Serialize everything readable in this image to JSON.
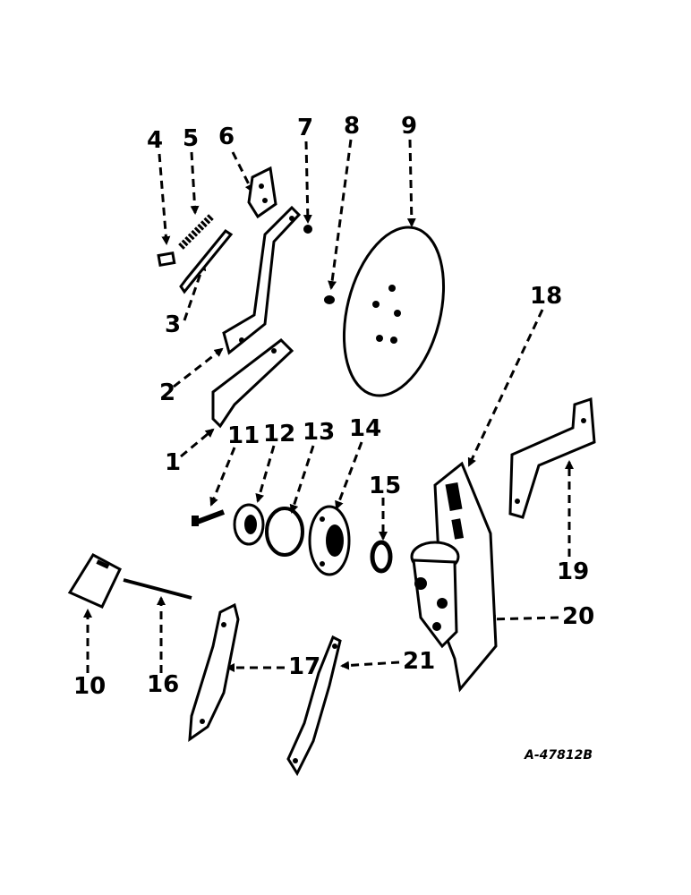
{
  "diagram": {
    "callouts": [
      {
        "id": "1",
        "label": "1"
      },
      {
        "id": "2",
        "label": "2"
      },
      {
        "id": "3",
        "label": "3"
      },
      {
        "id": "4",
        "label": "4"
      },
      {
        "id": "5",
        "label": "5"
      },
      {
        "id": "6",
        "label": "6"
      },
      {
        "id": "7",
        "label": "7"
      },
      {
        "id": "8",
        "label": "8"
      },
      {
        "id": "9",
        "label": "9"
      },
      {
        "id": "10",
        "label": "10"
      },
      {
        "id": "11",
        "label": "11"
      },
      {
        "id": "12",
        "label": "12"
      },
      {
        "id": "13",
        "label": "13"
      },
      {
        "id": "14",
        "label": "14"
      },
      {
        "id": "15",
        "label": "15"
      },
      {
        "id": "16",
        "label": "16"
      },
      {
        "id": "17",
        "label": "17"
      },
      {
        "id": "18",
        "label": "18"
      },
      {
        "id": "19",
        "label": "19"
      },
      {
        "id": "20",
        "label": "20"
      },
      {
        "id": "21",
        "label": "21"
      }
    ],
    "drawing_number": "A-47812B"
  }
}
